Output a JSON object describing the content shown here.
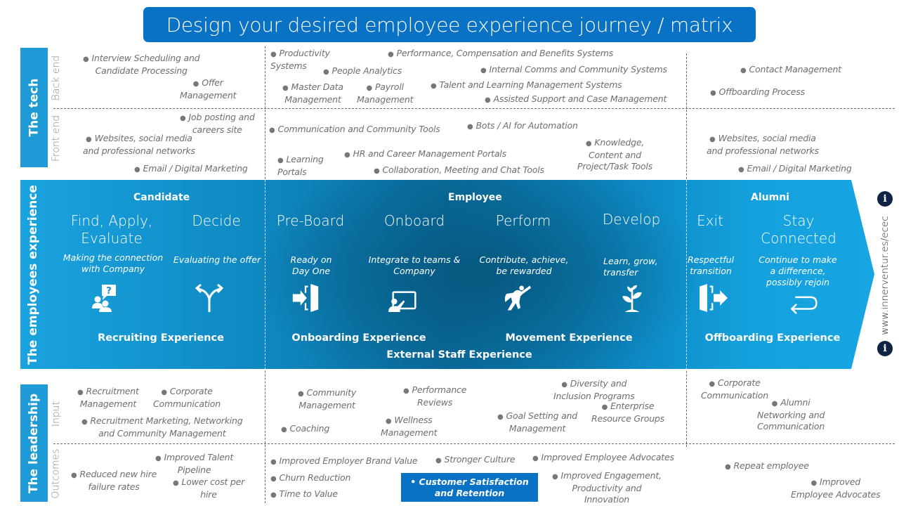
{
  "title": "Design your desired employee experience journey / matrix",
  "tech": {
    "label": "The tech",
    "backend_label": "Back end",
    "frontend_label": "Front end",
    "backend": {
      "candidate": [
        "Interview Scheduling and|Candidate Processing",
        "Offer|Management"
      ],
      "employee": [
        "Productivity|Systems",
        "People Analytics",
        "Master Data|Management",
        "Payroll|Management",
        "Performance, Compensation and Benefits Systems",
        "Internal Comms and Community  Systems",
        "Talent and Learning Management Systems",
        "Assisted Support and Case Management"
      ],
      "alumni": [
        "Contact Management",
        "Offboarding Process"
      ]
    },
    "frontend": {
      "candidate": [
        "Job posting and|careers site",
        "Websites, social media|and professional networks",
        "Email / Digital Marketing"
      ],
      "employee": [
        "Communication and Community Tools",
        "Bots / AI for Automation",
        "Learning|Portals",
        "HR and Career Management Portals",
        "Collaboration, Meeting and Chat Tools",
        "Knowledge,|Content and|Project/Task Tools"
      ],
      "alumni": [
        "Websites, social media|and professional networks",
        "Email / Digital Marketing"
      ]
    }
  },
  "experience": {
    "label": "The employees experience",
    "groups": {
      "candidate": "Candidate",
      "employee": "Employee",
      "alumni": "Alumni"
    },
    "stages": [
      {
        "name": "Find, Apply,\nEvaluate",
        "desc": "Making the connection\nwith Company",
        "icon": "people-question-icon"
      },
      {
        "name": "Decide",
        "desc": "Evaluating the offer",
        "icon": "fork-arrows-icon"
      },
      {
        "name": "Pre-Board",
        "desc": "Ready on\nDay One",
        "icon": "door-enter-icon"
      },
      {
        "name": "Onboard",
        "desc": "Integrate to teams &\nCompany",
        "icon": "presenter-board-icon"
      },
      {
        "name": "Perform",
        "desc": "Contribute, achieve,\nbe rewarded",
        "icon": "superhero-icon"
      },
      {
        "name": "Develop",
        "desc": "Learn, grow,\ntransfer",
        "icon": "plant-sprout-icon"
      },
      {
        "name": "Exit",
        "desc": "Respectful\ntransition",
        "icon": "door-exit-icon"
      },
      {
        "name": "Stay\nConnected",
        "desc": "Continue to make\na difference,\npossibly rejoin",
        "icon": "return-arrow-icon"
      }
    ],
    "experiences": {
      "recruiting": "Recruiting Experience",
      "onboarding": "Onboarding Experience",
      "movement": "Movement Experience",
      "external": "External Staff Experience",
      "offboarding": "Offboarding Experience"
    }
  },
  "leadership": {
    "label": "The leadership",
    "input_label": "Input",
    "outcomes_label": "Outcomes",
    "input": {
      "candidate": [
        "Recruitment|Management",
        "Corporate|Communication",
        "Recruitment Marketing, Networking|and Community Management"
      ],
      "employee": [
        "Community|Management",
        "Coaching",
        "Performance|Reviews",
        "Wellness|Management",
        "Diversity and|Inclusion Programs",
        "Goal Setting and|Management",
        "Enterprise|Resource Groups"
      ],
      "alumni": [
        "Corporate|Communication",
        "Alumni|Networking and|Communication"
      ]
    },
    "outcomes": {
      "candidate": [
        "Improved Talent|Pipeline",
        "Reduced new hire|failure rates",
        "Lower cost per|hire"
      ],
      "employee": [
        "Improved Employer Brand Value",
        "Churn Reduction",
        "Time to Value",
        "Stronger Culture",
        "Improved Employee Advocates",
        "Improved Engagement,|Productivity and|Innovation"
      ],
      "highlight": "• Customer Satisfaction\nand Retention",
      "alumni": [
        "Repeat employee",
        "Improved|Employee Advocates"
      ]
    }
  },
  "sidebar_url": "www.innerventur.es/ecec",
  "colors": {
    "title_bg": "#0a72c4",
    "tab_bg": "#1e9bd6",
    "band_dark": "#06587f",
    "band_light": "#1aa3e0",
    "info_icon": "#0f2346",
    "text_gray": "#6e6e6e"
  }
}
